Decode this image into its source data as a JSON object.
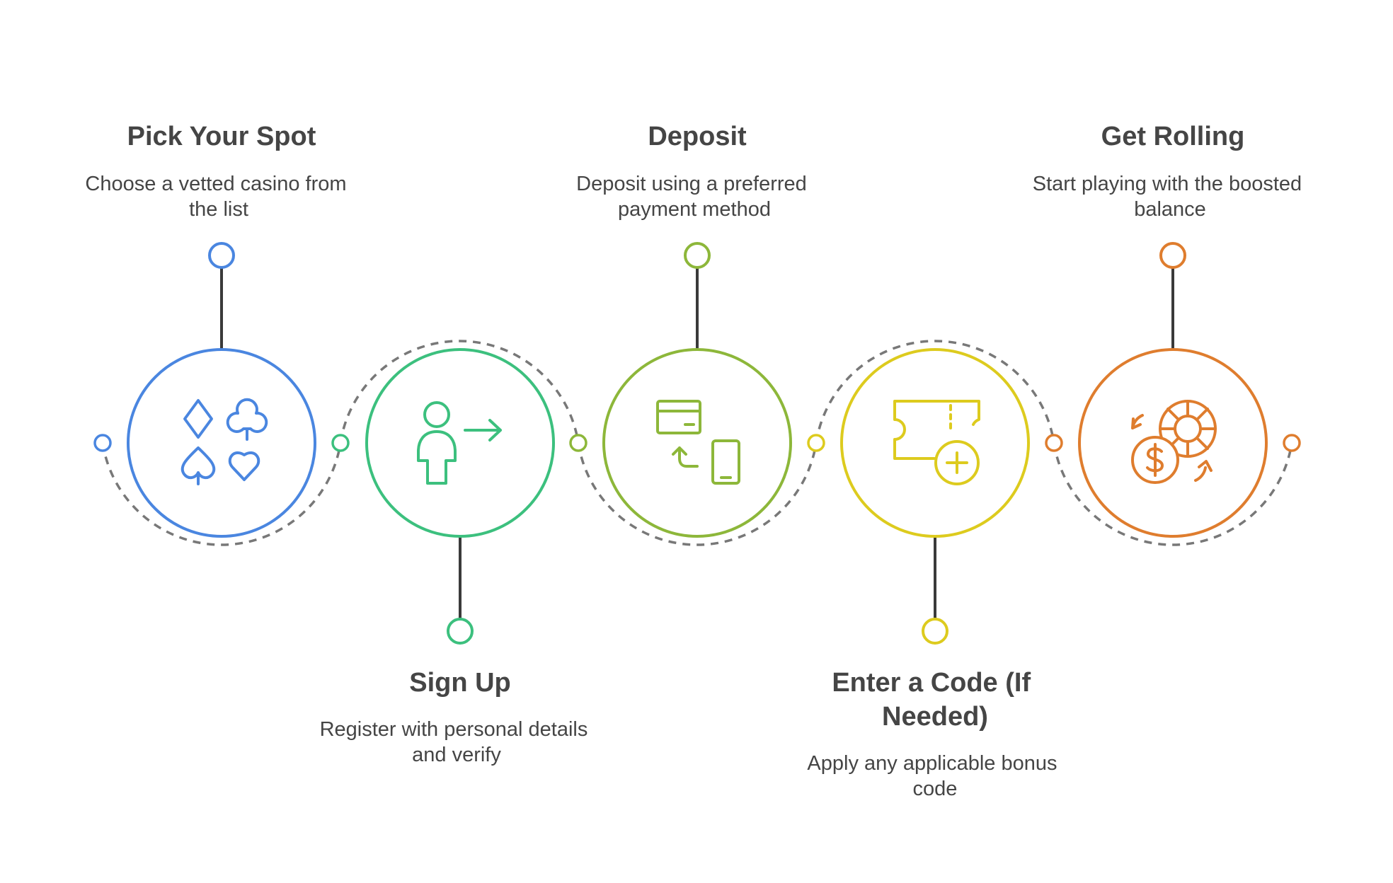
{
  "steps": [
    {
      "title": "Pick Your Spot",
      "description": [
        "Choose a vetted casino from",
        "the list"
      ],
      "color": "#4A86E0",
      "icon": "card-suits-icon"
    },
    {
      "title": "Sign Up",
      "description": [
        "Register with personal details",
        "and verify"
      ],
      "color": "#3CC07E",
      "icon": "user-arrow-icon"
    },
    {
      "title": "Deposit",
      "description": [
        "Deposit using a preferred",
        "payment method"
      ],
      "color": "#8DB73A",
      "icon": "card-to-phone-icon"
    },
    {
      "title": [
        "Enter a Code (If",
        "Needed)"
      ],
      "description": [
        "Apply any applicable bonus",
        "code"
      ],
      "color": "#DDCB1E",
      "icon": "ticket-plus-icon"
    },
    {
      "title": "Get Rolling",
      "description": [
        "Start playing with the boosted",
        "balance"
      ],
      "color": "#DF7D2E",
      "icon": "casino-chips-icon"
    }
  ],
  "connector_color": "#787878",
  "stem_color": "#3A3A3A"
}
